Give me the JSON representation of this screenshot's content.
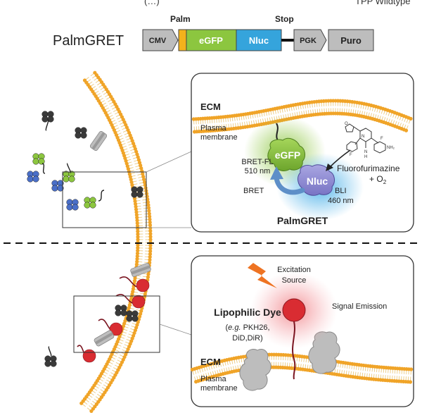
{
  "header": {
    "cut_left": "(…)",
    "cut_right": "TPP Wildtype"
  },
  "construct": {
    "name": "PalmGRET",
    "palm_label": "Palm",
    "stop_label": "Stop",
    "segments": {
      "cmv": "CMV",
      "egfp": "eGFP",
      "nluc": "Nluc",
      "pgk": "PGK",
      "puro": "Puro"
    }
  },
  "top_panel": {
    "ecm": "ECM",
    "plasma_line1": "Plasma",
    "plasma_line2": "membrane",
    "bret_fl": "BRET-FL",
    "bret_fl_nm": "510 nm",
    "egfp": "eGFP",
    "nluc": "Nluc",
    "bret": "BRET",
    "bli": "BLI",
    "bli_nm": "460 nm",
    "substrate": "Fluorofurimazine",
    "o2": "+ O",
    "o2_sub": "2",
    "title": "PalmGRET",
    "molecule_atoms": {
      "o": "O",
      "n": "N",
      "nh": "N",
      "h": "H",
      "f1": "F",
      "f2": "F",
      "nh2": "NH₂"
    }
  },
  "bottom_panel": {
    "excitation_line1": "Excitation",
    "excitation_line2": "Source",
    "signal": "Signal Emission",
    "lipophilic": "Lipophilic Dye",
    "eg_italic": "e.g.",
    "eg_rest": " PKH26,",
    "examples2": "DiD,DiR)",
    "paren_open": "(",
    "ecm": "ECM",
    "plasma_line1": "Plasma",
    "plasma_line2": "membrane"
  },
  "colors": {
    "lipid_head": "#f0a428",
    "lipid_tail": "#e9c472",
    "palm": "#f3b21c",
    "egfp": "#8cc63f",
    "nluc": "#35a4dc",
    "gray_box": "#bdbdbd",
    "dye": "#d92c32",
    "dye_tail": "#7a1420",
    "lightning": "#ee7322",
    "bret_arrow": "#5e8fc8"
  }
}
